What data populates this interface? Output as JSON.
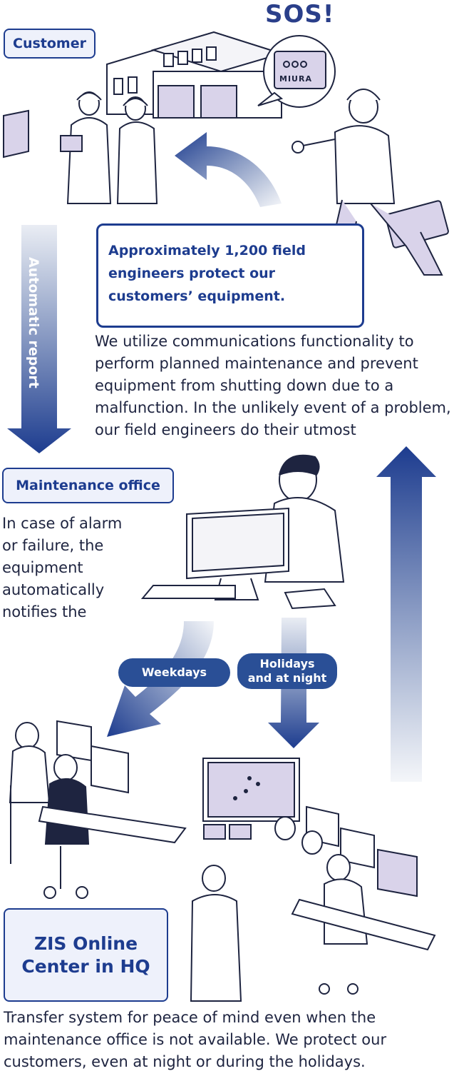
{
  "customer": {
    "label": "Customer",
    "sos": "SOS!",
    "brand": "MIURA"
  },
  "callout": {
    "text": "Approximately 1,200 field engineers protect our customers’ equipment."
  },
  "description": {
    "text": "We utilize communications functionality to perform planned maintenance and prevent equipment from shutting down due to a malfunction. In the unlikely event of a problem, our field engineers do their utmost"
  },
  "auto_report": {
    "label": "Automatic report"
  },
  "maintenance": {
    "label": "Maintenance office",
    "text": "In case of alarm or failure, the equipment automatically notifies the"
  },
  "routes": {
    "weekdays": "Weekdays",
    "holidays_line1": "Holidays",
    "holidays_line2": "and at night"
  },
  "zis": {
    "line1": "ZIS Online",
    "line2": "Center in HQ"
  },
  "footer": {
    "text": "Transfer system for peace of mind even when the maintenance office is not available. We protect our customers, even at night or during the holidays."
  },
  "colors": {
    "navy": "#1d3c8f",
    "arrow": "#27498f",
    "lavender": "#d9d3ea",
    "pill": "#2a4f96"
  }
}
